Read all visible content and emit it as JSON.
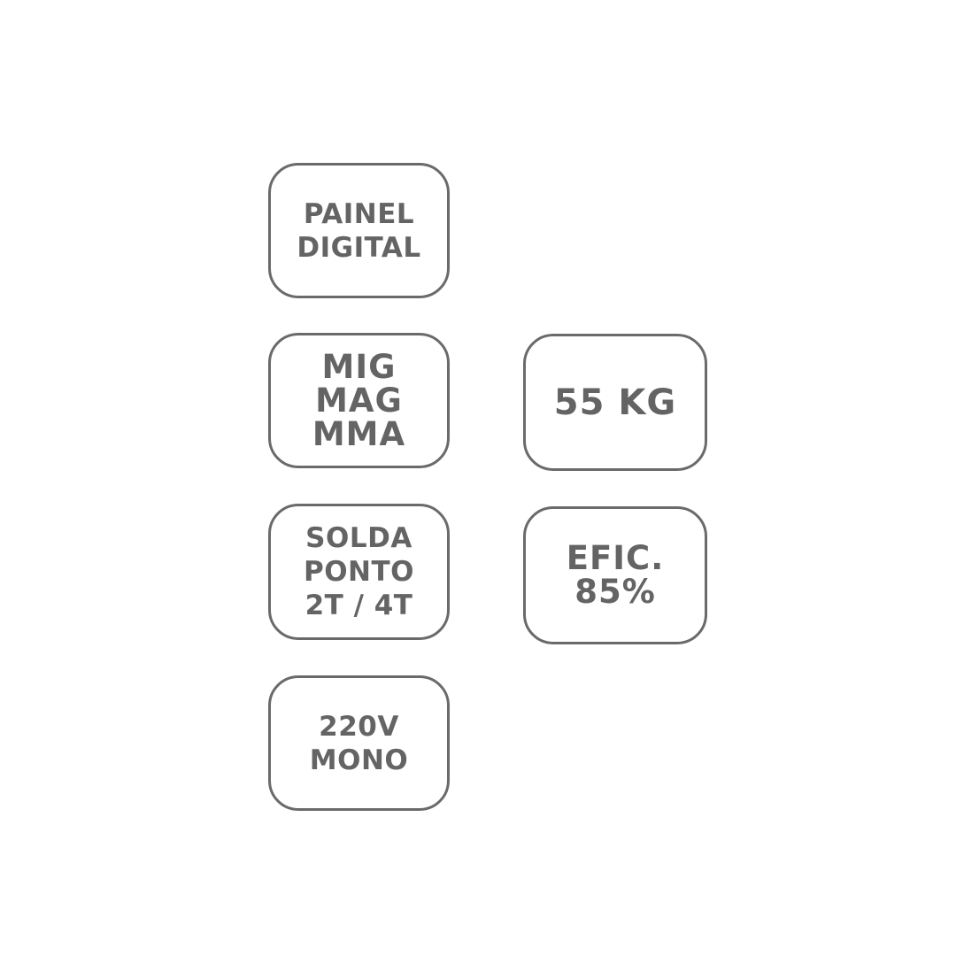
{
  "badges": {
    "painel": {
      "lines": [
        "PAINEL",
        "DIGITAL"
      ]
    },
    "process": {
      "lines": [
        "MIG",
        "MAG",
        "MMA"
      ]
    },
    "solda": {
      "lines": [
        "SOLDA",
        "PONTO",
        "2T / 4T"
      ]
    },
    "voltage": {
      "lines": [
        "220V",
        "MONO"
      ]
    },
    "weight": {
      "lines": [
        "55 KG"
      ]
    },
    "efficiency": {
      "lines": [
        "EFIC.",
        "85%"
      ]
    }
  },
  "colors": {
    "border": "#6a6a6a",
    "text": "#646464",
    "background": "#ffffff"
  }
}
